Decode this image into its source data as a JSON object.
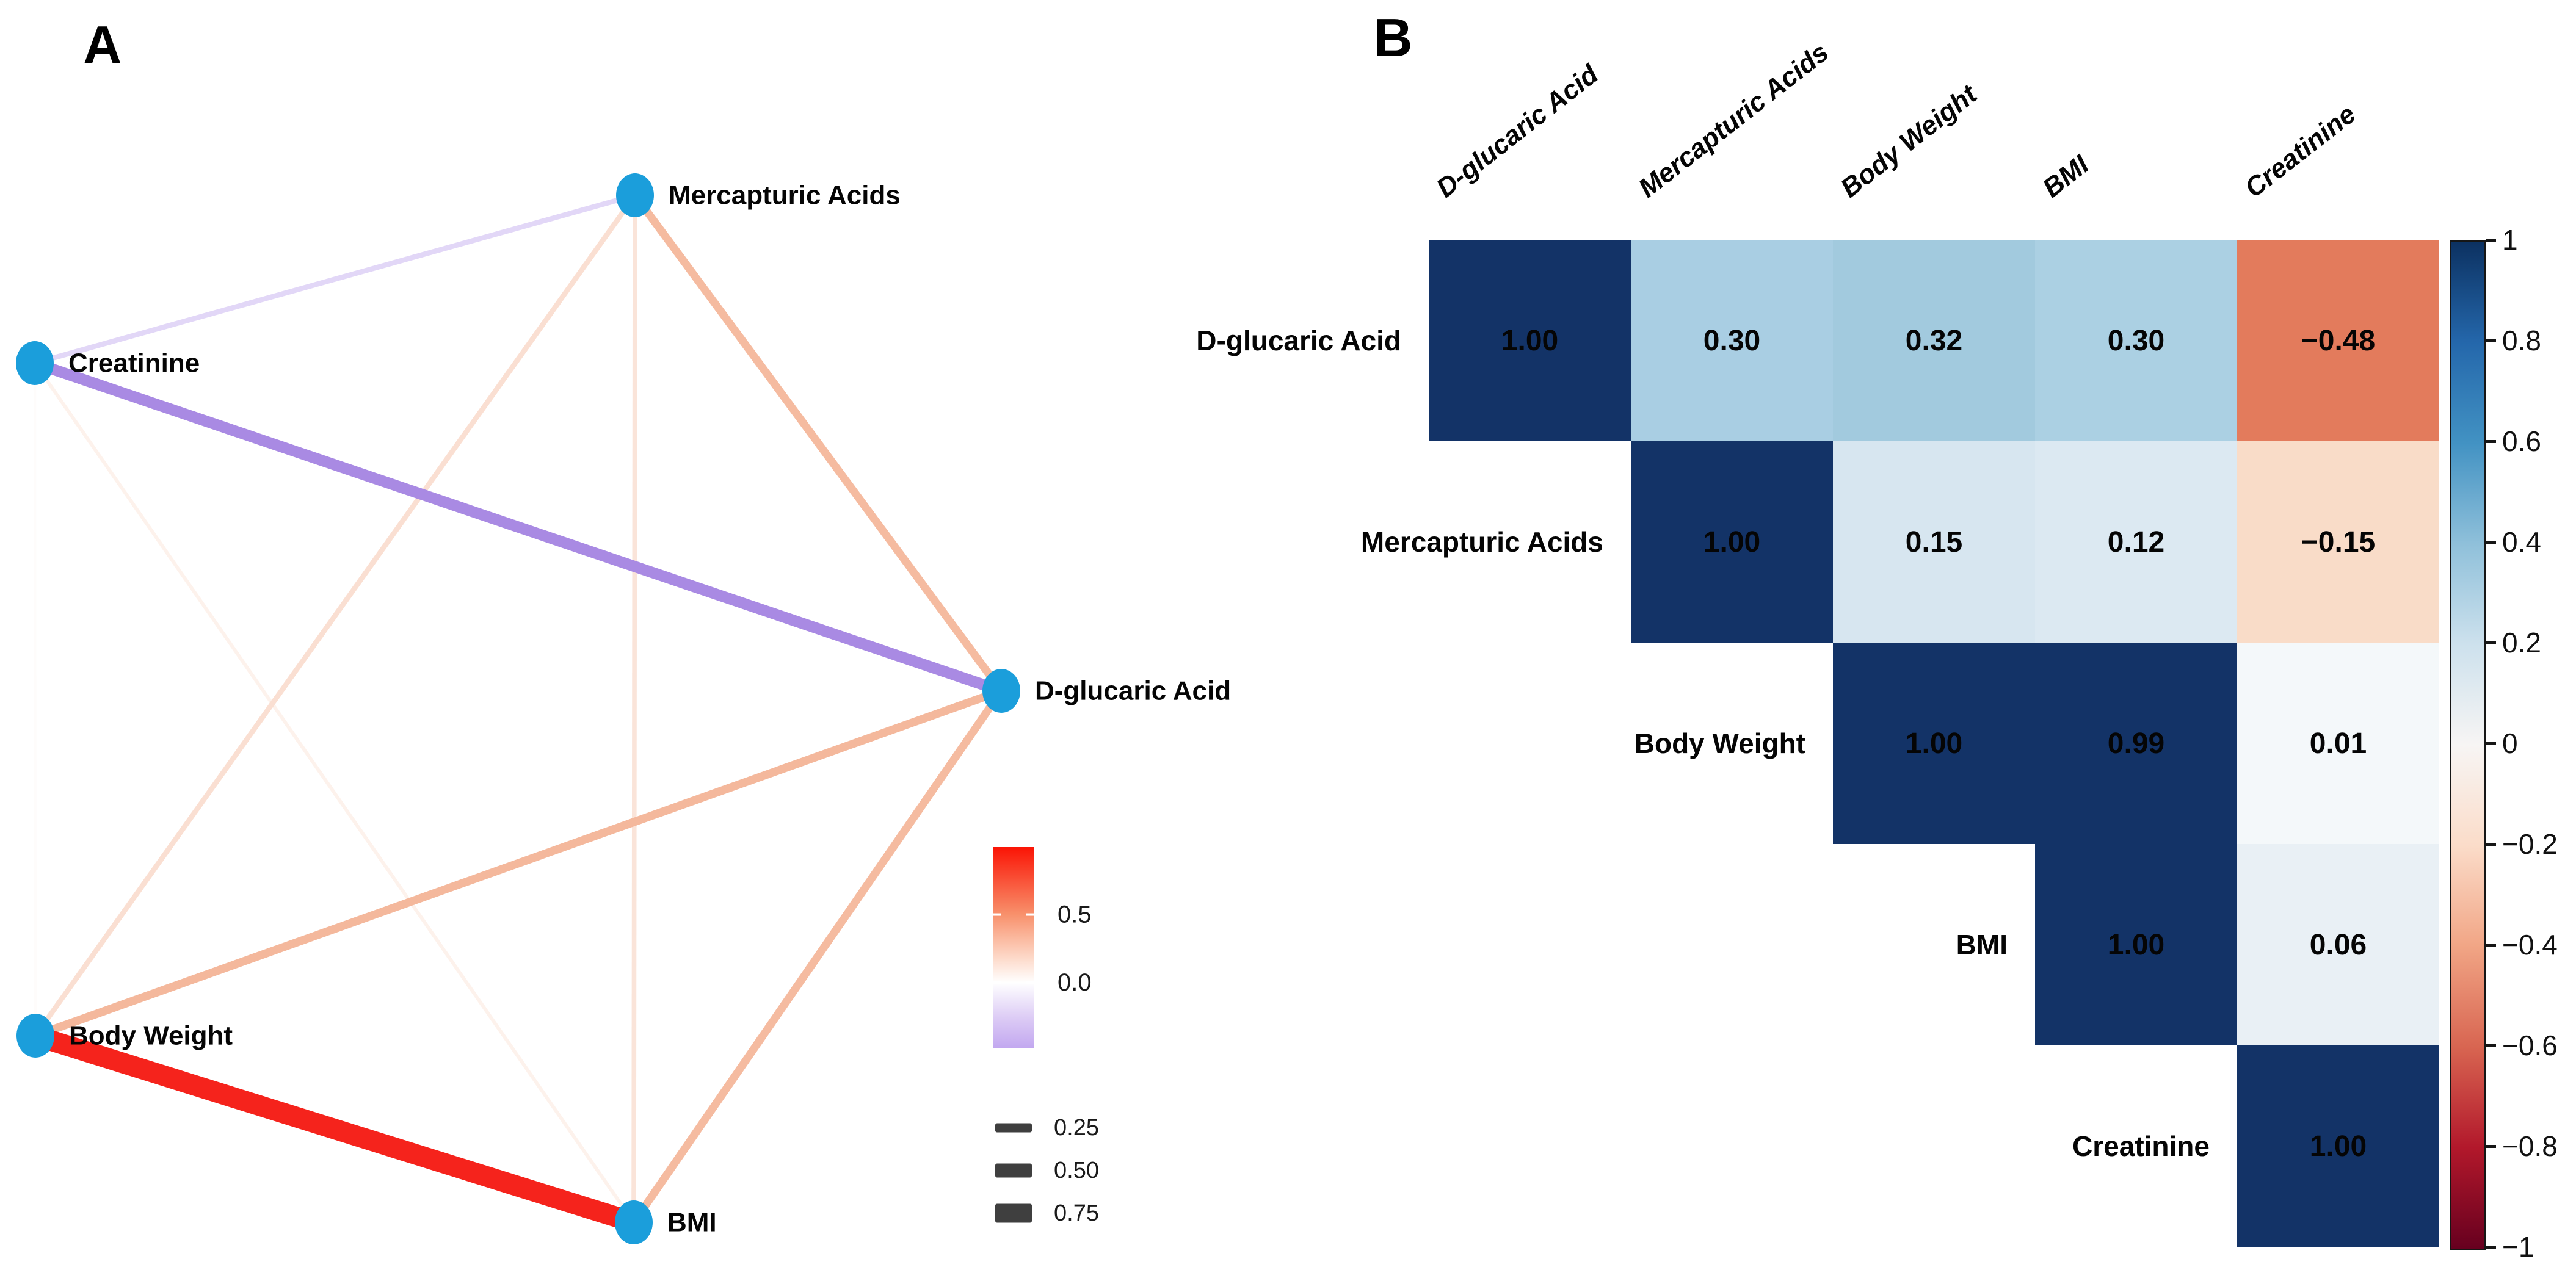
{
  "figure": {
    "panel_a_label": "A",
    "panel_b_label": "B"
  },
  "panelA": {
    "node_color": "#1b9edb",
    "nodes": [
      {
        "id": "mercapturic_acids",
        "label": "Mercapturic Acids"
      },
      {
        "id": "creatinine",
        "label": "Creatinine"
      },
      {
        "id": "d_glucaric_acid",
        "label": "D-glucaric Acid"
      },
      {
        "id": "body_weight",
        "label": "Body Weight"
      },
      {
        "id": "bmi",
        "label": "BMI"
      }
    ],
    "edges": [
      {
        "source": "body_weight",
        "target": "creatinine",
        "r": 0.01,
        "color": "#fefcfb"
      },
      {
        "source": "bmi",
        "target": "creatinine",
        "r": 0.06,
        "color": "#fdf2ec"
      },
      {
        "source": "mercapturic_acids",
        "target": "bmi",
        "r": 0.12,
        "color": "#fae4d9"
      },
      {
        "source": "mercapturic_acids",
        "target": "body_weight",
        "r": 0.15,
        "color": "#fadfd2"
      },
      {
        "source": "mercapturic_acids",
        "target": "creatinine",
        "r": -0.15,
        "color": "#e2d7f7"
      },
      {
        "source": "d_glucaric_acid",
        "target": "mercapturic_acids",
        "r": 0.3,
        "color": "#f5bba0"
      },
      {
        "source": "d_glucaric_acid",
        "target": "bmi",
        "r": 0.3,
        "color": "#f5bba0"
      },
      {
        "source": "d_glucaric_acid",
        "target": "body_weight",
        "r": 0.32,
        "color": "#f4b89c"
      },
      {
        "source": "d_glucaric_acid",
        "target": "creatinine",
        "r": -0.48,
        "color": "#a98ae3"
      },
      {
        "source": "body_weight",
        "target": "bmi",
        "r": 0.99,
        "color": "#f5231c"
      }
    ],
    "color_legend": {
      "ticks": [
        {
          "label": "0.5",
          "frac": 0.335
        },
        {
          "label": "0.0",
          "frac": 0.673
        }
      ],
      "gradient": [
        {
          "p": 0,
          "c": "#fa1405"
        },
        {
          "p": 0.335,
          "c": "#f8916c"
        },
        {
          "p": 0.55,
          "c": "#fdd9c9"
        },
        {
          "p": 0.673,
          "c": "#ffffff"
        },
        {
          "p": 0.85,
          "c": "#dccbf5"
        },
        {
          "p": 1,
          "c": "#c2a7f0"
        }
      ]
    },
    "size_legend": {
      "swatch_color": "#3f3f3f",
      "items": [
        {
          "label": "0.25",
          "height": 15
        },
        {
          "label": "0.50",
          "height": 23
        },
        {
          "label": "0.75",
          "height": 31
        }
      ]
    }
  },
  "panelB": {
    "variables": [
      "D-glucaric Acid",
      "Mercapturic Acids",
      "Body Weight",
      "BMI",
      "Creatinine"
    ],
    "cells": [
      {
        "r": 0,
        "c": 0,
        "v": "1.00",
        "color": "#133367"
      },
      {
        "r": 0,
        "c": 1,
        "v": "0.30",
        "color": "#a9cee3"
      },
      {
        "r": 0,
        "c": 2,
        "v": "0.32",
        "color": "#a2cade"
      },
      {
        "r": 0,
        "c": 3,
        "v": "0.30",
        "color": "#abd0e3"
      },
      {
        "r": 0,
        "c": 4,
        "v": "−0.48",
        "color": "#e37b5c"
      },
      {
        "r": 1,
        "c": 1,
        "v": "1.00",
        "color": "#133367"
      },
      {
        "r": 1,
        "c": 2,
        "v": "0.15",
        "color": "#d7e6f0"
      },
      {
        "r": 1,
        "c": 3,
        "v": "0.12",
        "color": "#dce9f2"
      },
      {
        "r": 1,
        "c": 4,
        "v": "−0.15",
        "color": "#f9dcc8"
      },
      {
        "r": 2,
        "c": 2,
        "v": "1.00",
        "color": "#133367"
      },
      {
        "r": 2,
        "c": 3,
        "v": "0.99",
        "color": "#133367"
      },
      {
        "r": 2,
        "c": 4,
        "v": "0.01",
        "color": "#f4f8fa"
      },
      {
        "r": 3,
        "c": 3,
        "v": "1.00",
        "color": "#133367"
      },
      {
        "r": 3,
        "c": 4,
        "v": "0.06",
        "color": "#e9f0f5"
      },
      {
        "r": 4,
        "c": 4,
        "v": "1.00",
        "color": "#133367"
      }
    ],
    "colorbar": {
      "tick_labels": [
        "1",
        "0.8",
        "0.6",
        "0.4",
        "0.2",
        "0",
        "−0.2",
        "−0.4",
        "−0.6",
        "−0.8",
        "−1"
      ],
      "gradient": [
        "#0c3161",
        "#2467ab",
        "#4292c3",
        "#8fc0da",
        "#cde1ed",
        "#f7f5f4",
        "#fbdcc9",
        "#f1a585",
        "#d86551",
        "#b2182b",
        "#67001f"
      ]
    }
  },
  "chart_data": [
    {
      "type": "network",
      "title": "A",
      "nodes": [
        "Mercapturic Acids",
        "Creatinine",
        "D-glucaric Acid",
        "Body Weight",
        "BMI"
      ],
      "edges": [
        {
          "source": "Body Weight",
          "target": "BMI",
          "r": 0.99
        },
        {
          "source": "D-glucaric Acid",
          "target": "Creatinine",
          "r": -0.48
        },
        {
          "source": "D-glucaric Acid",
          "target": "Body Weight",
          "r": 0.32
        },
        {
          "source": "D-glucaric Acid",
          "target": "Mercapturic Acids",
          "r": 0.3
        },
        {
          "source": "D-glucaric Acid",
          "target": "BMI",
          "r": 0.3
        },
        {
          "source": "Mercapturic Acids",
          "target": "Body Weight",
          "r": 0.15
        },
        {
          "source": "Mercapturic Acids",
          "target": "BMI",
          "r": 0.12
        },
        {
          "source": "Mercapturic Acids",
          "target": "Creatinine",
          "r": -0.15
        },
        {
          "source": "BMI",
          "target": "Creatinine",
          "r": 0.06
        },
        {
          "source": "Body Weight",
          "target": "Creatinine",
          "r": 0.01
        }
      ],
      "edge_color_scale": {
        "positive": "red",
        "zero": "white",
        "negative": "purple",
        "color_ticks": [
          0.5,
          0.0
        ]
      },
      "edge_width_legend": [
        0.25,
        0.5,
        0.75
      ]
    },
    {
      "type": "heatmap",
      "title": "B",
      "variables": [
        "D-glucaric Acid",
        "Mercapturic Acids",
        "Body Weight",
        "BMI",
        "Creatinine"
      ],
      "matrix": [
        [
          1.0,
          0.3,
          0.32,
          0.3,
          -0.48
        ],
        [
          null,
          1.0,
          0.15,
          0.12,
          -0.15
        ],
        [
          null,
          null,
          1.0,
          0.99,
          0.01
        ],
        [
          null,
          null,
          null,
          1.0,
          0.06
        ],
        [
          null,
          null,
          null,
          null,
          1.0
        ]
      ],
      "shape": "upper-triangular",
      "colorbar_range": [
        -1,
        1
      ],
      "colorbar_ticks": [
        1,
        0.8,
        0.6,
        0.4,
        0.2,
        0,
        -0.2,
        -0.4,
        -0.6,
        -0.8,
        -1
      ],
      "colormap": "RdBu (blue=positive, red=negative)",
      "legend_position": "right"
    }
  ]
}
